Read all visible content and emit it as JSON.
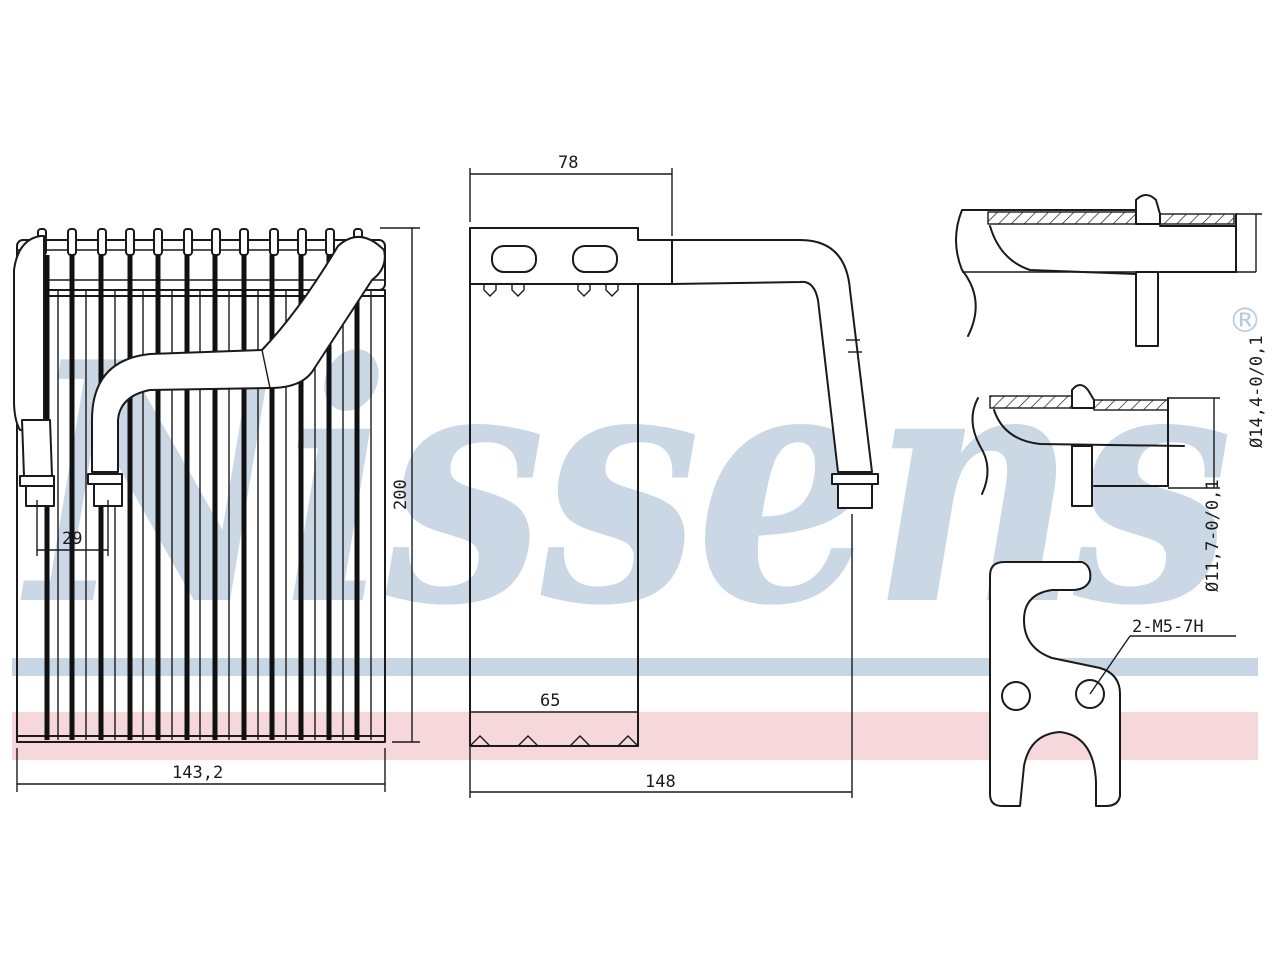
{
  "watermark": {
    "brand": "Nissens",
    "registered": "®",
    "band_colors": {
      "blue": "#b9ccde",
      "pink": "#f1c9d0"
    }
  },
  "dimensions": {
    "width_front": "143,2",
    "height": "200",
    "pipe_offset": "29",
    "depth_top": "78",
    "depth_core": "65",
    "depth_total": "148",
    "pipe_large": "Ø14,4-0/0,1",
    "pipe_small": "Ø11,7-0/0,1",
    "thread": "2-M5-7H"
  }
}
